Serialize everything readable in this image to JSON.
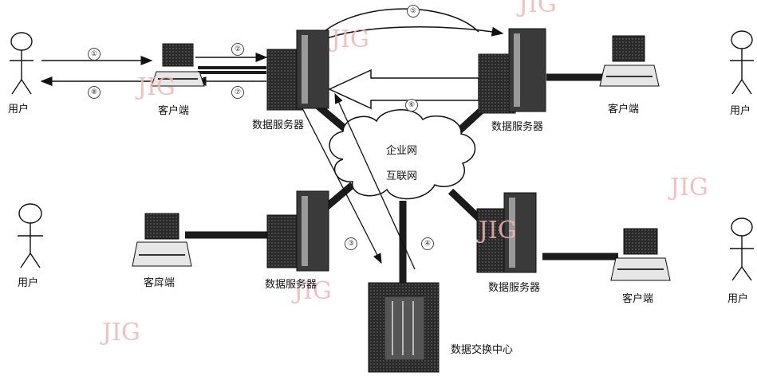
{
  "labels": {
    "user": "用户",
    "client": "客户端",
    "client_alt": "客戽端",
    "data_server": "数据服务器",
    "exchange_center": "数据交换中心",
    "cloud_line1": "企业网",
    "cloud_line2": "互联网"
  },
  "steps": {
    "s1": "①",
    "s2": "②",
    "s3": "③",
    "s4": "④",
    "s5": "⑤",
    "s6": "⑥",
    "s7": "⑦",
    "s8": "⑧"
  },
  "watermark": "JIG",
  "colors": {
    "line": "#111111",
    "dark": "#1b1b1b",
    "mid": "#6a6a6a",
    "light": "#bdbdbd",
    "watermark": "#f1b6b6"
  }
}
